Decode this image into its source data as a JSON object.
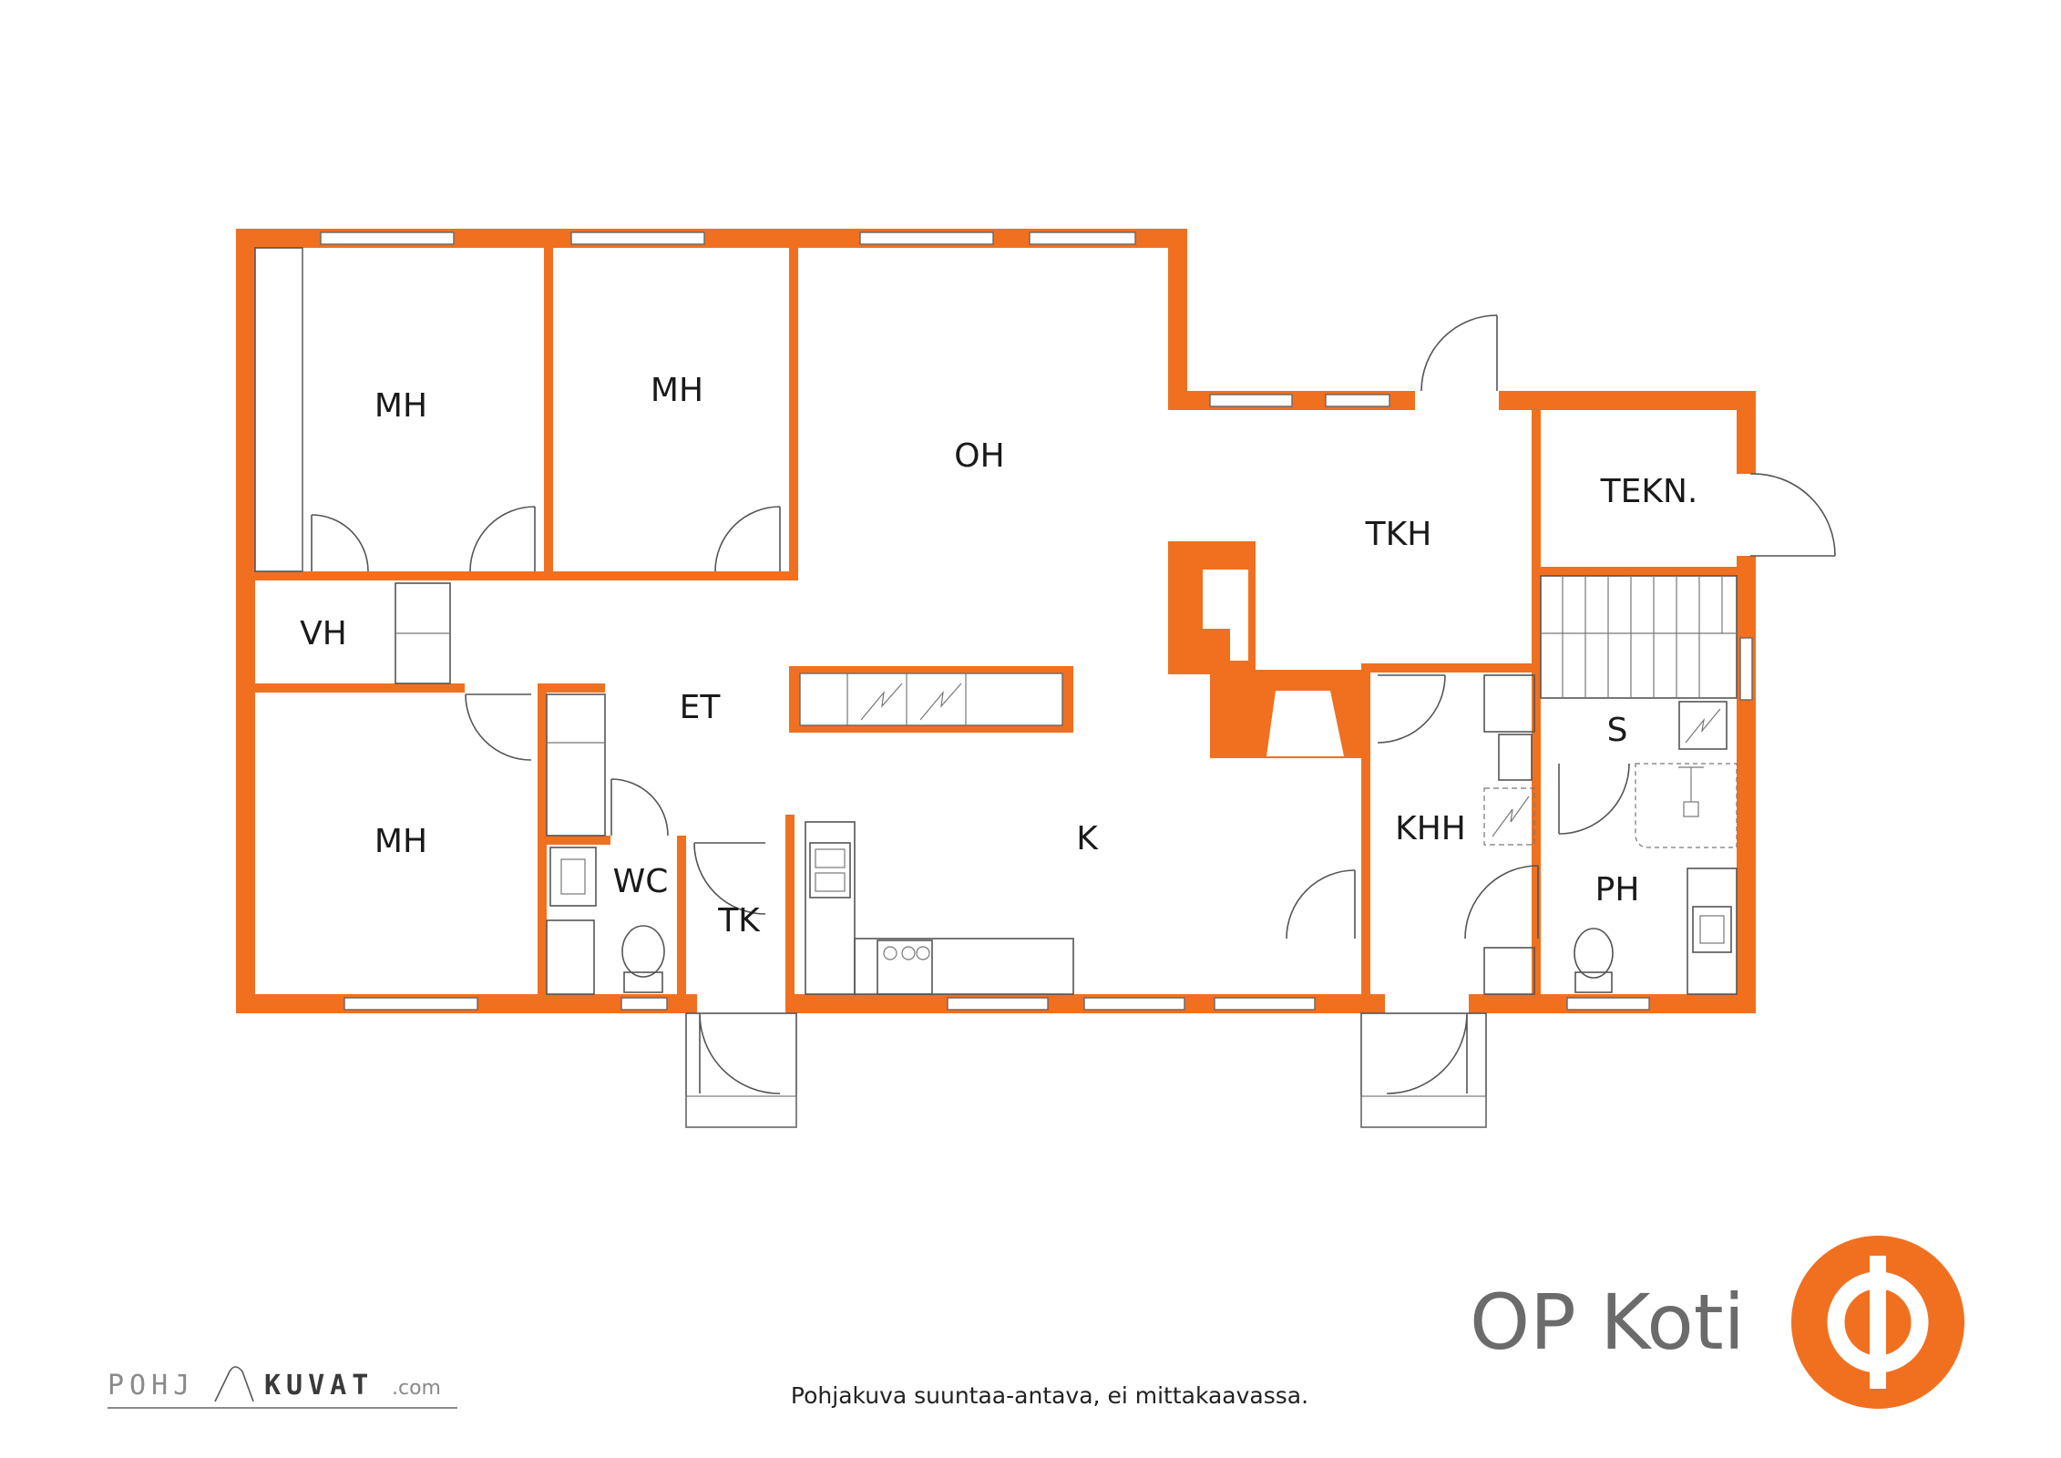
{
  "rooms": {
    "mh_1": "MH",
    "mh_2": "MH",
    "mh_3": "MH",
    "oh": "OH",
    "tkh": "TKH",
    "tekn": "TEKN.",
    "vh": "VH",
    "et": "ET",
    "k": "K",
    "wc": "WC",
    "tk": "TK",
    "khh": "KHH",
    "s": "S",
    "ph": "PH"
  },
  "footer": {
    "disclaimer": "Pohjakuva suuntaa-antava, ei mittakaavassa."
  },
  "brand": {
    "name": "OP Koti",
    "color": "#f07020",
    "logo_icon": "op-logo-icon"
  },
  "credit": {
    "part1": "POHJ",
    "part2": "KUVAT",
    "part3": ".com"
  },
  "colors": {
    "wall": "#f07020",
    "line": "#555555",
    "text": "#1a1a1a"
  }
}
